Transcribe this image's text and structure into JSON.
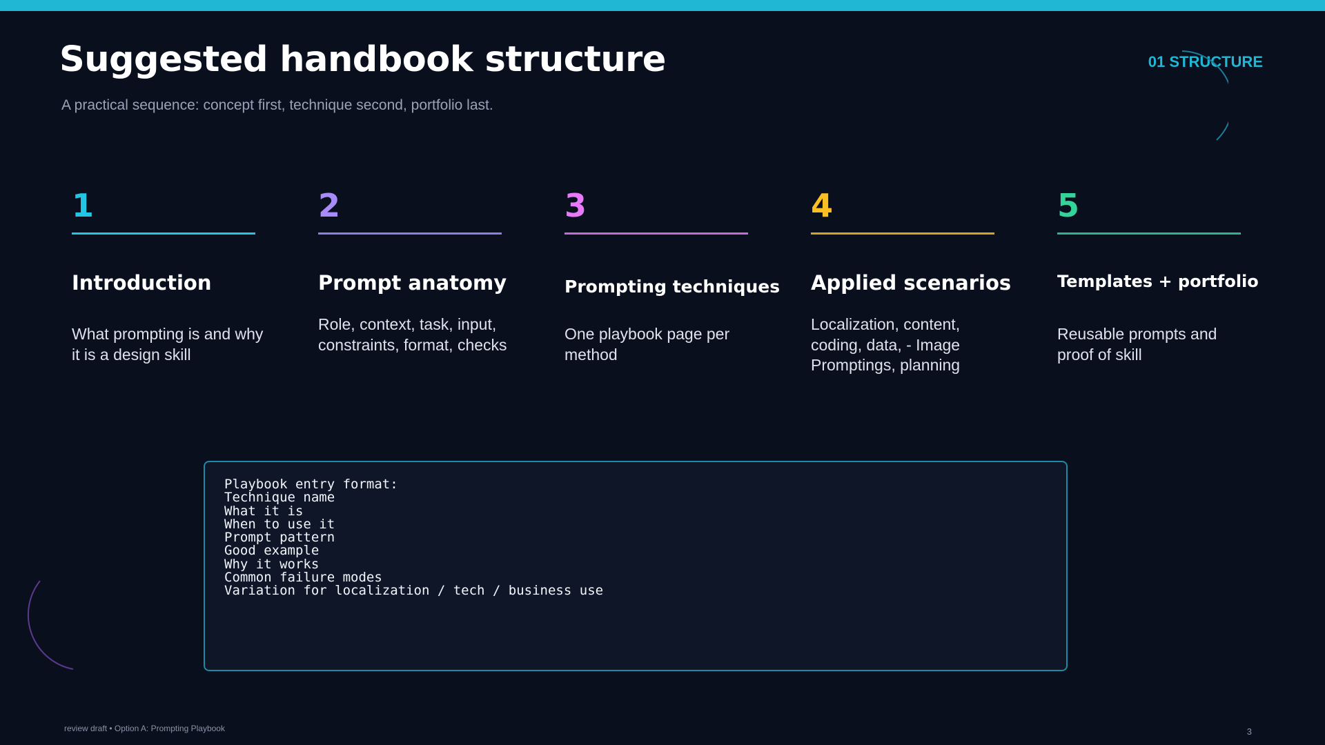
{
  "header": {
    "title": "Suggested handbook structure",
    "subtitle": "A practical sequence: concept first, technique second, portfolio last.",
    "section_tag": "01 STRUCTURE"
  },
  "steps": [
    {
      "number": "1",
      "title": "Introduction",
      "description": "What prompting is and why it is a design skill",
      "accent_color": "#22c5e2"
    },
    {
      "number": "2",
      "title": "Prompt anatomy",
      "description": "Role, context, task, input, constraints, format, checks",
      "accent_color": "#a78bfa"
    },
    {
      "number": "3",
      "title": "Prompting techniques",
      "description": "One playbook page per method",
      "accent_color": "#e879f9"
    },
    {
      "number": "4",
      "title": "Applied scenarios",
      "description": "Localization, content, coding, data, - Image Promptings, planning",
      "accent_color": "#fbbf24"
    },
    {
      "number": "5",
      "title": "Templates + portfolio",
      "description": "Reusable prompts and proof of skill",
      "accent_color": "#34d399"
    }
  ],
  "playbook_format": {
    "text": "Playbook entry format:\nTechnique name\nWhat it is\nWhen to use it\nPrompt pattern\nGood example\nWhy it works\nCommon failure modes\nVariation for localization / tech / business use"
  },
  "footer": {
    "note": "review draft • Option A: Prompting Playbook",
    "page_number": "3"
  },
  "colors": {
    "background": "#0a0f1e",
    "accent": "#1fb7d4",
    "code_border": "#1d8aa6"
  }
}
